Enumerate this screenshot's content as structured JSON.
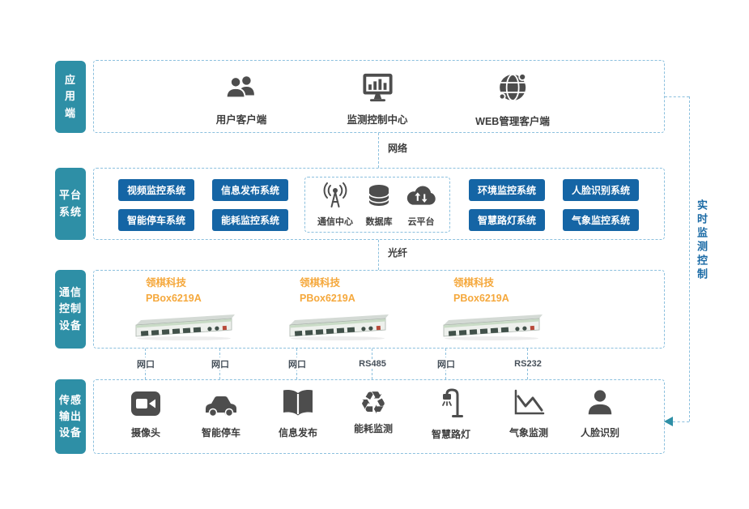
{
  "colors": {
    "tab_bg": "#2e8fa6",
    "button_bg": "#1565a5",
    "dashed_border": "#8cc0de",
    "icon_color": "#4d4d4d",
    "device_text": "#f5a83c",
    "side_text": "#1a6aa5"
  },
  "glyphs": {
    "recycle": "♻"
  },
  "app_layer": {
    "tab_label": "应\n用\n端",
    "items": [
      {
        "icon": "users-icon",
        "label": "用户客户端"
      },
      {
        "icon": "monitor-icon",
        "label": "监测控制中心"
      },
      {
        "icon": "globe-icon",
        "label": "WEB管理客户端"
      }
    ]
  },
  "links": {
    "network": "网络",
    "fiber": "光纤",
    "realtime_control": "实时监测控制"
  },
  "platform_layer": {
    "tab_label": "平台\n系统",
    "left_buttons": [
      "视频监控系统",
      "信息发布系统",
      "智能停车系统",
      "能耗监控系统"
    ],
    "core_items": [
      {
        "icon": "antenna-icon",
        "label": "通信中心"
      },
      {
        "icon": "database-icon",
        "label": "数据库"
      },
      {
        "icon": "cloud-icon",
        "label": "云平台"
      }
    ],
    "right_buttons": [
      "环境监控系统",
      "人脸识别系统",
      "智慧路灯系统",
      "气象监控系统"
    ]
  },
  "device_layer": {
    "tab_label": "通信\n控制\n设备",
    "devices": [
      {
        "brand": "领棋科技",
        "model": "PBox6219A"
      },
      {
        "brand": "领棋科技",
        "model": "PBox6219A"
      },
      {
        "brand": "领棋科技",
        "model": "PBox6219A"
      }
    ]
  },
  "ports": [
    "网口",
    "网口",
    "网口",
    "RS485",
    "网口",
    "RS232"
  ],
  "sensor_layer": {
    "tab_label": "传感\n输出\n设备",
    "items": [
      {
        "icon": "camera-icon",
        "label": "摄像头"
      },
      {
        "icon": "car-icon",
        "label": "智能停车"
      },
      {
        "icon": "book-icon",
        "label": "信息发布"
      },
      {
        "icon": "recycle-icon",
        "label": "能耗监测"
      },
      {
        "icon": "streetlight-icon",
        "label": "智慧路灯"
      },
      {
        "icon": "chart-icon",
        "label": "气象监测"
      },
      {
        "icon": "person-icon",
        "label": "人脸识别"
      }
    ]
  }
}
